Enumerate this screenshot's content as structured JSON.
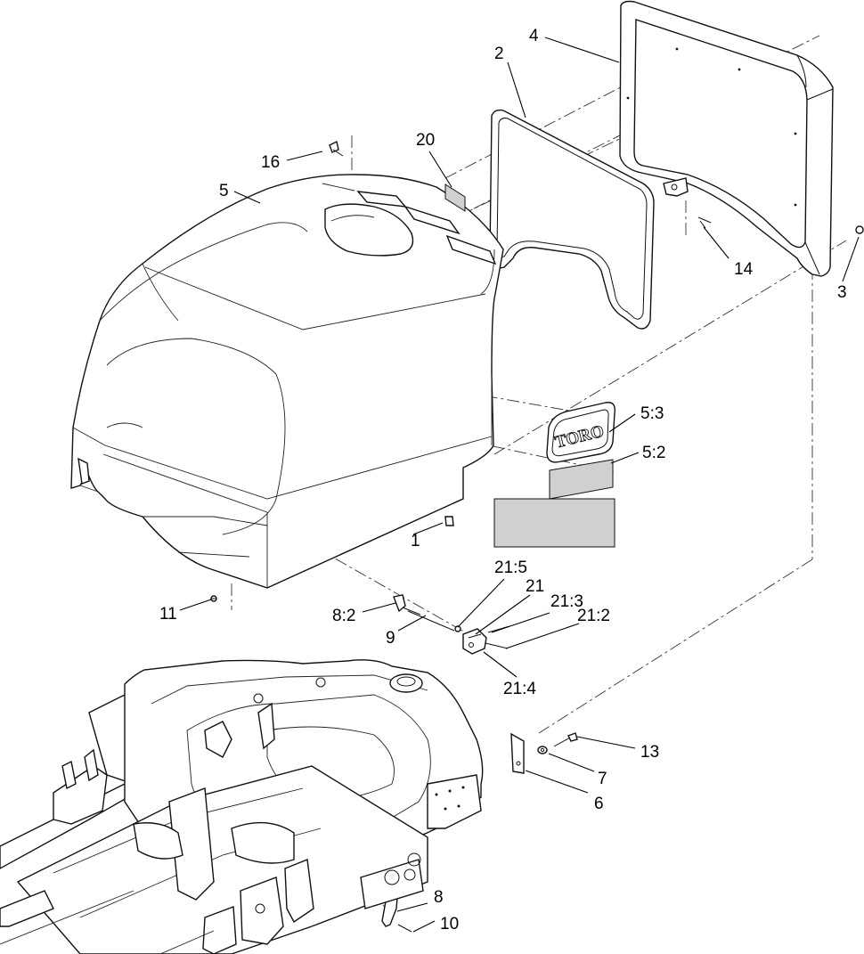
{
  "diagram": {
    "callouts": [
      {
        "id": "c1",
        "text": "1"
      },
      {
        "id": "c2",
        "text": "2"
      },
      {
        "id": "c3",
        "text": "3"
      },
      {
        "id": "c4",
        "text": "4"
      },
      {
        "id": "c5",
        "text": "5"
      },
      {
        "id": "c5_2",
        "text": "5:2"
      },
      {
        "id": "c5_3",
        "text": "5:3"
      },
      {
        "id": "c6",
        "text": "6"
      },
      {
        "id": "c7",
        "text": "7"
      },
      {
        "id": "c8",
        "text": "8"
      },
      {
        "id": "c8_2",
        "text": "8:2"
      },
      {
        "id": "c9",
        "text": "9"
      },
      {
        "id": "c10",
        "text": "10"
      },
      {
        "id": "c11",
        "text": "11"
      },
      {
        "id": "c13",
        "text": "13"
      },
      {
        "id": "c14",
        "text": "14"
      },
      {
        "id": "c16",
        "text": "16"
      },
      {
        "id": "c20",
        "text": "20"
      },
      {
        "id": "c21",
        "text": "21"
      },
      {
        "id": "c21_2",
        "text": "21:2"
      },
      {
        "id": "c21_3",
        "text": "21:3"
      },
      {
        "id": "c21_4",
        "text": "21:4"
      },
      {
        "id": "c21_5",
        "text": "21:5"
      }
    ],
    "decal_logo_text": "TORO"
  }
}
